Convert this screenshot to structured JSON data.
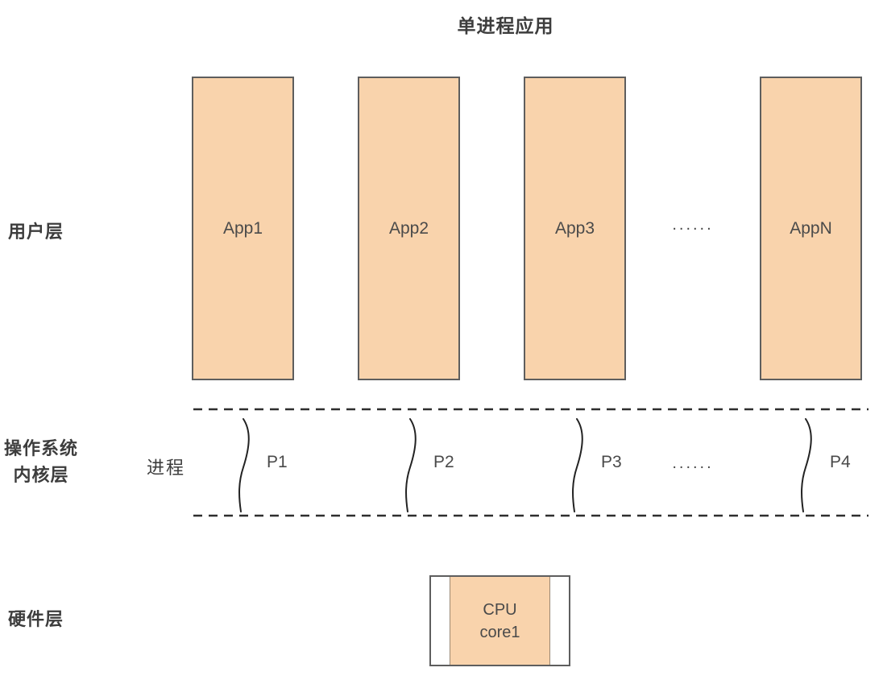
{
  "title": "单进程应用",
  "layers": {
    "user": "用户层",
    "kernel_line1": "操作系统",
    "kernel_line2": "内核层",
    "hardware": "硬件层"
  },
  "apps": [
    {
      "label": "App1"
    },
    {
      "label": "App2"
    },
    {
      "label": "App3"
    },
    {
      "label": "AppN"
    }
  ],
  "apps_ellipsis": "......",
  "process_row": {
    "label": "进程",
    "items": [
      {
        "label": "P1"
      },
      {
        "label": "P2"
      },
      {
        "label": "P3"
      },
      {
        "label": "P4"
      }
    ],
    "ellipsis": "......"
  },
  "cpu": {
    "line1": "CPU",
    "line2": "core1"
  },
  "colors": {
    "box_fill": "#F9D3AC",
    "box_border": "#5E5E5E",
    "text": "#3D3D3D",
    "line_color": "#2E2E2E",
    "background": "#FFFFFF"
  }
}
